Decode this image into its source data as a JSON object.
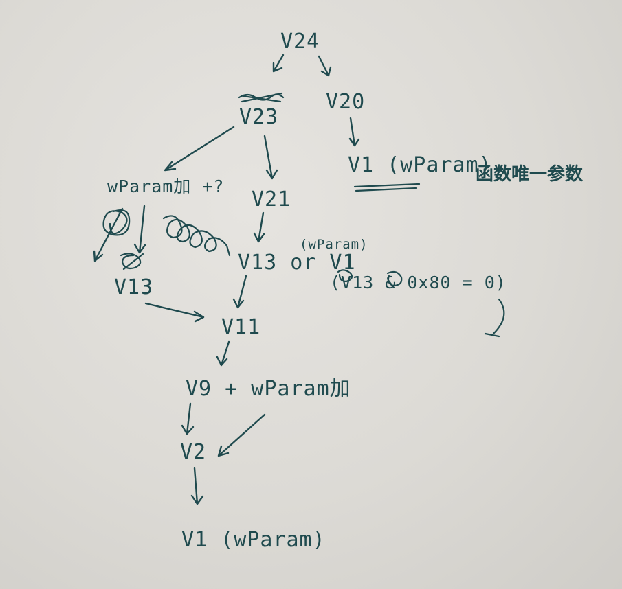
{
  "nodes": {
    "v24": "V24",
    "v23": "V23",
    "v20": "V20",
    "v1_top": "V1 (wParam)",
    "v1_top_note": "函数唯一参数",
    "wparam_q": "wParam加 +?",
    "v21": "V21",
    "v13_left": "V13",
    "v13_or_v1": "V13 or V1",
    "wparam_small": "(wParam)",
    "v13_cond": "(V13 & 0x80 = 0)",
    "v11": "V11",
    "v9_wparam": "V9 + wParam加",
    "v2": "V2",
    "v1_bottom": "V1 (wParam)"
  },
  "colors": {
    "ink": "#1f4a4e",
    "paper": "#dcdad5"
  }
}
